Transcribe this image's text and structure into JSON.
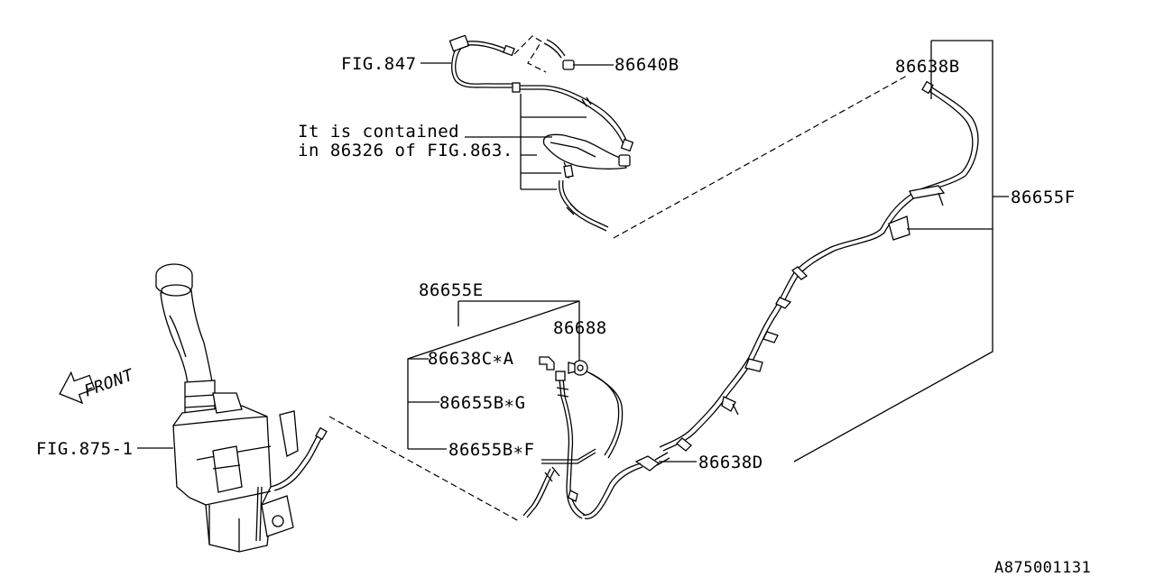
{
  "labels": {
    "fig847": "FIG.847",
    "p86640b": "86640B",
    "note_line1": "It is contained",
    "note_line2": "in 86326 of FIG.863.",
    "p86638b": "86638B",
    "p86655f": "86655F",
    "p86655e": "86655E",
    "p86688": "86688",
    "p86638c": "86638C∗A",
    "p86655bg": "86655B∗G",
    "p86655bf": "86655B∗F",
    "p86638d": "86638D",
    "fig875": "FIG.875-1",
    "front": "FRONT",
    "diagram_id": "A875001131"
  }
}
